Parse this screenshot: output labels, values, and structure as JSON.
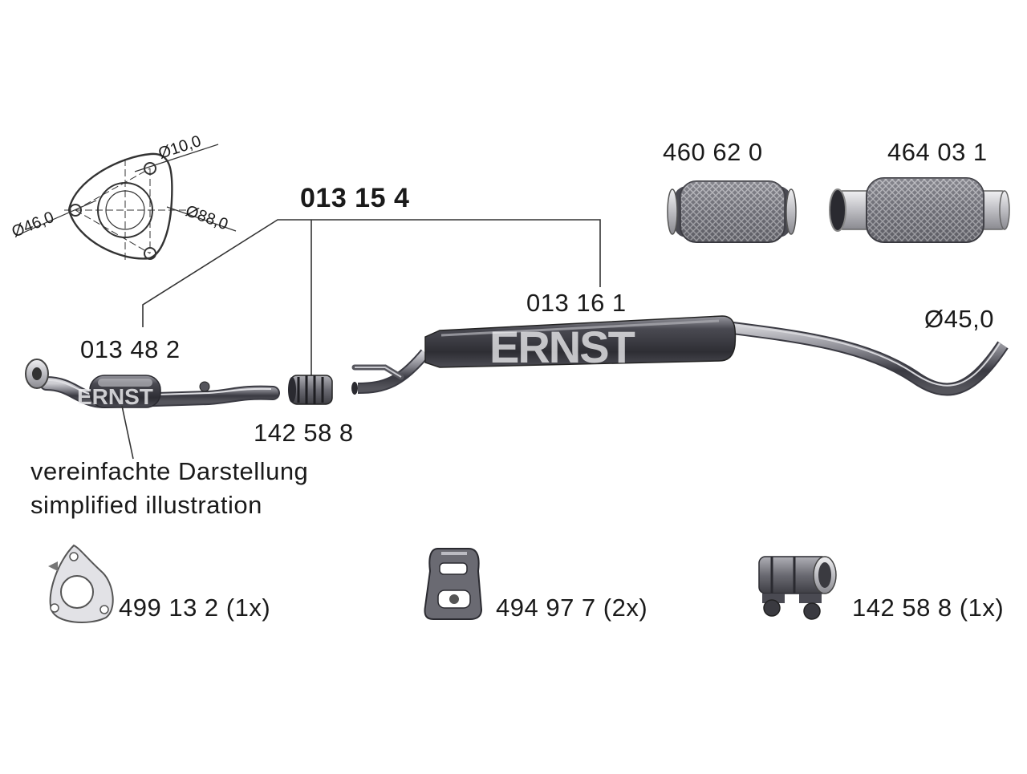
{
  "assembly": {
    "number": "013 15 4"
  },
  "parts": {
    "front_pipe": "013 48 2",
    "connector": "142 58 8",
    "middle_silencer": "013 16 1",
    "flex_pipe_a": "460 62 0",
    "flex_pipe_b": "464 03 1"
  },
  "dimensions": {
    "bolt_hole": "Ø10,0",
    "pipe_bore": "Ø46,0",
    "bolt_circle": "Ø88,0",
    "tailpipe": "Ø45,0"
  },
  "note": {
    "line1": "vereinfachte Darstellung",
    "line2": "simplified illustration"
  },
  "brand": {
    "watermark": "ERNST"
  },
  "accessories": [
    {
      "label": "499 13 2 (1x)",
      "icon": "gasket-icon"
    },
    {
      "label": "494 97 7 (2x)",
      "icon": "rubber-mount-icon"
    },
    {
      "label": "142 58 8 (1x)",
      "icon": "pipe-clamp-icon"
    }
  ],
  "colors": {
    "steel_dark": "#3a3a42",
    "steel_light": "#d8d8dc",
    "line": "#333333"
  }
}
